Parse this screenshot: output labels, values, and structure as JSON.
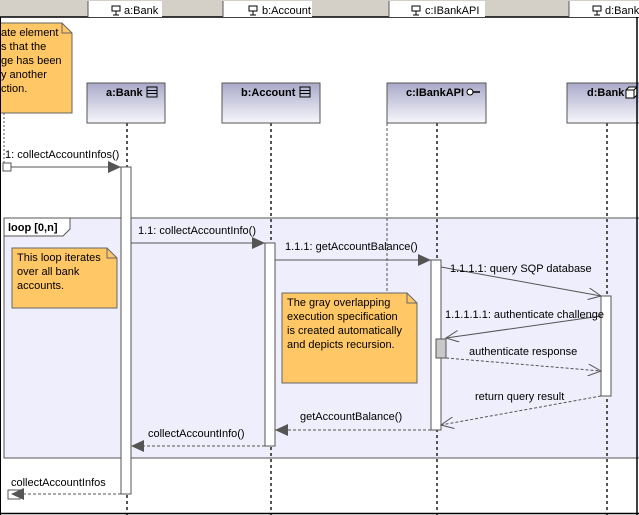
{
  "header_tabs": [
    {
      "label": "a:Bank"
    },
    {
      "label": "b:Account"
    },
    {
      "label": "c:IBankAPI"
    },
    {
      "label": "d:Bank"
    }
  ],
  "lifelines": [
    {
      "name": "a:Bank",
      "icon": "class-icon"
    },
    {
      "name": "b:Account",
      "icon": "class-icon"
    },
    {
      "name": "c:IBankAPI",
      "icon": "interface-lollipop-icon"
    },
    {
      "name": "d:Bank",
      "icon": "component-cube-icon"
    }
  ],
  "notes": {
    "top_left": [
      "ate element",
      "s that the",
      "ge has been",
      "y another",
      "ction."
    ],
    "loop": [
      "This loop iterates",
      "over all bank",
      "accounts."
    ],
    "recursion": [
      "The gray overlapping",
      "execution specification",
      "is created automatically",
      "and depicts recursion."
    ]
  },
  "loop_frame": {
    "label": "loop [0,n]"
  },
  "messages": [
    {
      "label": "1: collectAccountInfos()"
    },
    {
      "label": "1.1: collectAccountInfo()"
    },
    {
      "label": "1.1.1: getAccountBalance()"
    },
    {
      "label": "1.1.1.1: query SQP database"
    },
    {
      "label": "1.1.1.1.1: authenticate challenge"
    },
    {
      "label": "authenticate response"
    },
    {
      "label": "return query result"
    },
    {
      "label": "getAccountBalance()"
    },
    {
      "label": "collectAccountInfo()"
    },
    {
      "label": "collectAccountInfos"
    }
  ],
  "colors": {
    "note": "#ffc766",
    "frame": "#eeeefc",
    "lifeline_head_top": "#a9a9c9",
    "header_gray": "#d4d0c8"
  }
}
